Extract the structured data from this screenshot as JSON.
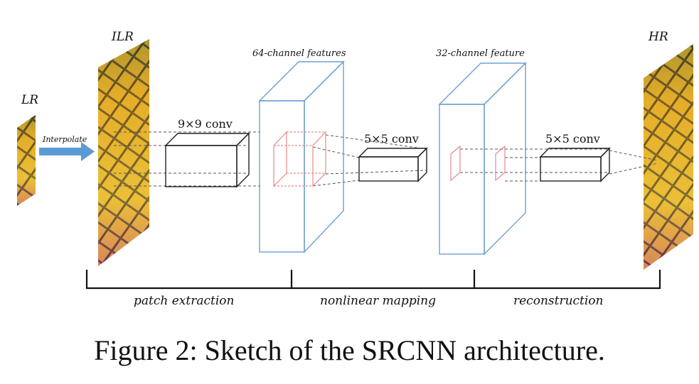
{
  "labels": {
    "lr": "LR",
    "ilr": "ILR",
    "hr": "HR",
    "interpolate": "Interpolate",
    "conv1": "9×9  conv",
    "conv2": "5×5  conv",
    "conv3": "5×5  conv",
    "feat64": "64-channel features",
    "feat32": "32-channel feature"
  },
  "stages": {
    "patch_extraction": "patch extraction",
    "nonlinear_mapping": "nonlinear mapping",
    "reconstruction": "reconstruction"
  },
  "caption": "Figure 2: Sketch of the SRCNN architecture.",
  "colors": {
    "arrow": "#5b9bd5",
    "feature_map_outline": "#6f9fd0",
    "filter_outline": "#e58a8a",
    "conv_box": "#222222",
    "butterfly_yellow": "#f1c232",
    "butterfly_black": "#1a1a1a",
    "butterfly_pink": "#c04a8a"
  }
}
